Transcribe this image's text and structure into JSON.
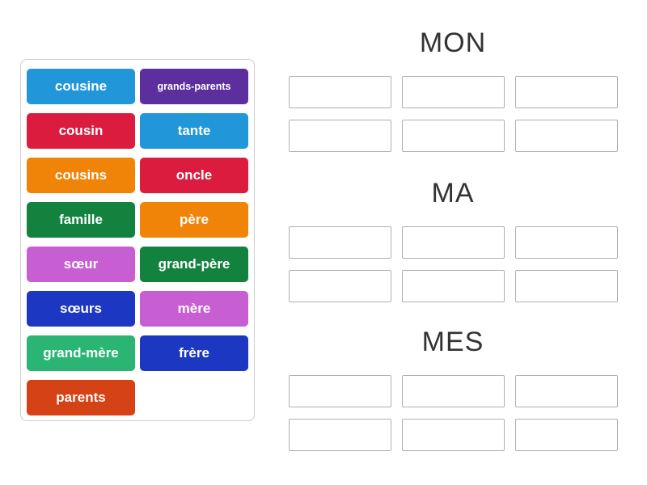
{
  "word_bank": {
    "tiles": [
      {
        "label": "cousine",
        "color": "#2196d9"
      },
      {
        "label": "grands-parents",
        "color": "#5c2e9e"
      },
      {
        "label": "cousin",
        "color": "#dc1c3e"
      },
      {
        "label": "tante",
        "color": "#2196d9"
      },
      {
        "label": "cousins",
        "color": "#f08408"
      },
      {
        "label": "oncle",
        "color": "#dc1c3e"
      },
      {
        "label": "famille",
        "color": "#13823e"
      },
      {
        "label": "père",
        "color": "#f08408"
      },
      {
        "label": "sœur",
        "color": "#c75ed2"
      },
      {
        "label": "grand-père",
        "color": "#13823e"
      },
      {
        "label": "sœurs",
        "color": "#1c38c2"
      },
      {
        "label": "mère",
        "color": "#c75ed2"
      },
      {
        "label": "grand-mère",
        "color": "#2ab574"
      },
      {
        "label": "frère",
        "color": "#1c38c2"
      },
      {
        "label": "parents",
        "color": "#d54215"
      }
    ]
  },
  "groups": [
    {
      "label": "MON",
      "slot_count": 6
    },
    {
      "label": "MA",
      "slot_count": 6
    },
    {
      "label": "MES",
      "slot_count": 6
    }
  ]
}
